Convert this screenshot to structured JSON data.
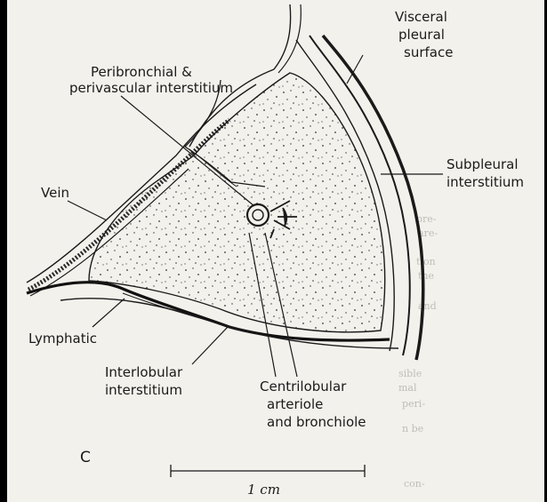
{
  "labels": {
    "visceral_pleural_surface": [
      "Visceral",
      "pleural",
      "surface"
    ],
    "peribronchial": [
      "Peribronchial &",
      "perivascular interstitium"
    ],
    "subpleural": [
      "Subpleural",
      "interstitium"
    ],
    "vein": "Vein",
    "lymphatic": "Lymphatic",
    "interlobular": [
      "Interlobular",
      "interstitium"
    ],
    "centrilobular": [
      "Centrilobular",
      "arteriole",
      "and bronchiole"
    ],
    "panel_letter": "C",
    "scale_bar": "1 cm"
  },
  "colors": {
    "paper": "#f3f1ec",
    "ink": "#1a1a1a",
    "frame": "#000000"
  }
}
